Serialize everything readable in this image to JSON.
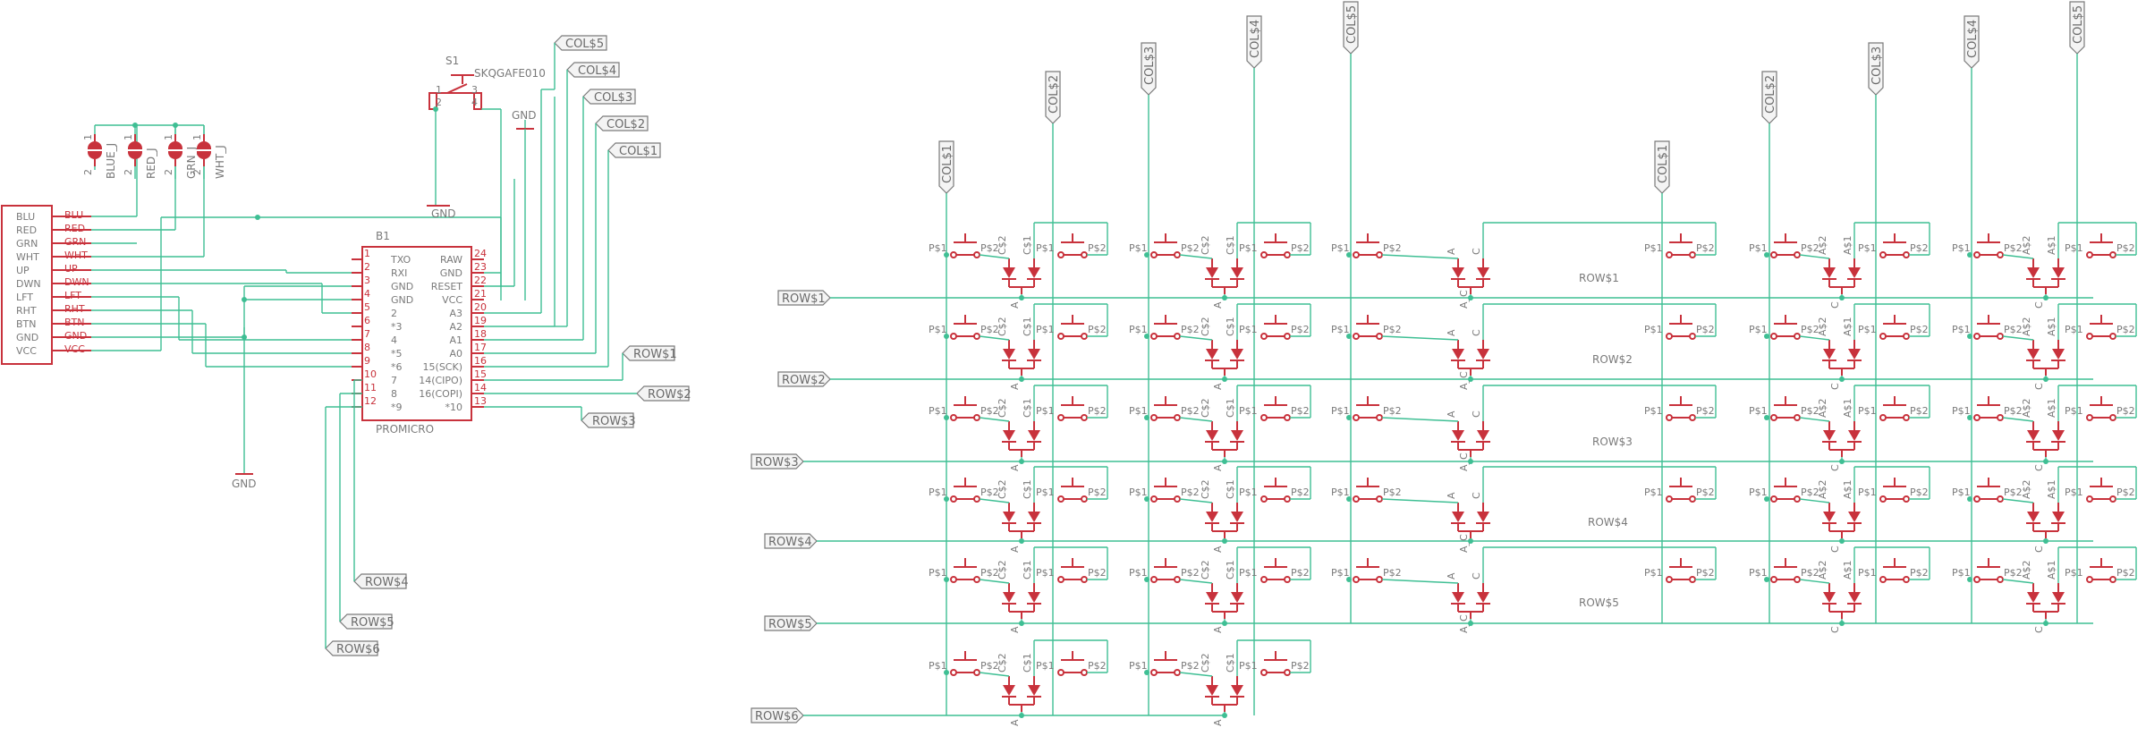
{
  "connector": {
    "labels": [
      "BLU",
      "RED",
      "GRN",
      "WHT",
      "UP",
      "DWN",
      "LFT",
      "RHT",
      "BTN",
      "GND",
      "VCC"
    ]
  },
  "leds": [
    {
      "name": "BLUE_J",
      "pin": "2",
      "pin1": "1"
    },
    {
      "name": "RED_J",
      "pin": "2",
      "pin1": "1"
    },
    {
      "name": "GRN_J",
      "pin": "2",
      "pin1": "1"
    },
    {
      "name": "WHT_J",
      "pin": "2",
      "pin1": "1"
    }
  ],
  "switch": {
    "ref": "S1",
    "part": "SKQGAFE010",
    "pins": [
      "1",
      "2",
      "3",
      "4"
    ]
  },
  "mcu": {
    "ref": "B1",
    "name": "PROMICRO",
    "left_pins": [
      {
        "num": "1",
        "name": "TXO"
      },
      {
        "num": "2",
        "name": "RXI"
      },
      {
        "num": "3",
        "name": "GND"
      },
      {
        "num": "4",
        "name": "GND"
      },
      {
        "num": "5",
        "name": "2"
      },
      {
        "num": "6",
        "name": "*3"
      },
      {
        "num": "7",
        "name": "4"
      },
      {
        "num": "8",
        "name": "*5"
      },
      {
        "num": "9",
        "name": "*6"
      },
      {
        "num": "10",
        "name": "7"
      },
      {
        "num": "11",
        "name": "8"
      },
      {
        "num": "12",
        "name": "*9"
      }
    ],
    "right_pins": [
      {
        "num": "24",
        "name": "RAW"
      },
      {
        "num": "23",
        "name": "GND"
      },
      {
        "num": "22",
        "name": "RESET"
      },
      {
        "num": "21",
        "name": "VCC"
      },
      {
        "num": "20",
        "name": "A3"
      },
      {
        "num": "19",
        "name": "A2"
      },
      {
        "num": "18",
        "name": "A1"
      },
      {
        "num": "17",
        "name": "A0"
      },
      {
        "num": "16",
        "name": "15(SCK)"
      },
      {
        "num": "15",
        "name": "14(CIPO)"
      },
      {
        "num": "14",
        "name": "16(COPI)"
      },
      {
        "num": "13",
        "name": "*10"
      }
    ]
  },
  "net_labels": {
    "col1": "COL$1",
    "col2": "COL$2",
    "col3": "COL$3",
    "col4": "COL$4",
    "col5": "COL$5",
    "row1": "ROW$1",
    "row2": "ROW$2",
    "row3": "ROW$3",
    "row4": "ROW$4",
    "row5": "ROW$5",
    "row6": "ROW$6",
    "gnd": "GND"
  },
  "matrix": {
    "row_names": [
      "ROW$1",
      "ROW$2",
      "ROW$3",
      "ROW$4",
      "ROW$5"
    ],
    "pad_left": "P$1",
    "pad_right": "P$2",
    "diode_labels": [
      "C$2",
      "C$1",
      "A",
      "A_C",
      "A$2",
      "A$1",
      "C"
    ]
  }
}
